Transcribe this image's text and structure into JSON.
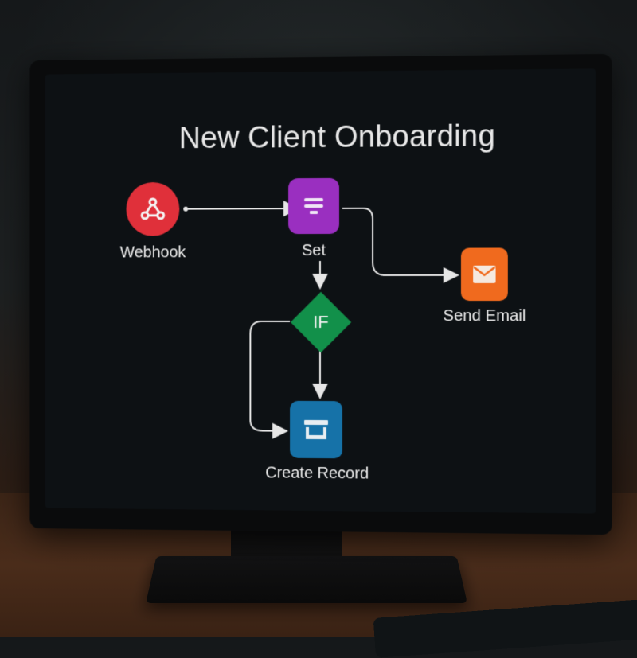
{
  "workflow": {
    "title": "New Client Onboarding",
    "nodes": [
      {
        "id": "webhook",
        "label": "Webhook",
        "icon": "webhook-icon",
        "shape": "circle",
        "color": "#e0303a"
      },
      {
        "id": "set",
        "label": "Set",
        "icon": "set-lines-icon",
        "shape": "rounded-square",
        "color": "#9a2fc0"
      },
      {
        "id": "send_email",
        "label": "Send Email",
        "icon": "envelope-icon",
        "shape": "rounded-square",
        "color": "#f06a1e"
      },
      {
        "id": "if",
        "label": "IF",
        "icon": "",
        "shape": "diamond",
        "color": "#12904a"
      },
      {
        "id": "create_record",
        "label": "Create Record",
        "icon": "archive-box-icon",
        "shape": "rounded-square",
        "color": "#1672a8"
      }
    ],
    "edges": [
      {
        "from": "Webhook",
        "to": "Set"
      },
      {
        "from": "Set",
        "to": "Send Email"
      },
      {
        "from": "Set",
        "to": "IF"
      },
      {
        "from": "IF",
        "to": "Create Record"
      },
      {
        "from": "IF",
        "to": "Create Record"
      }
    ]
  }
}
